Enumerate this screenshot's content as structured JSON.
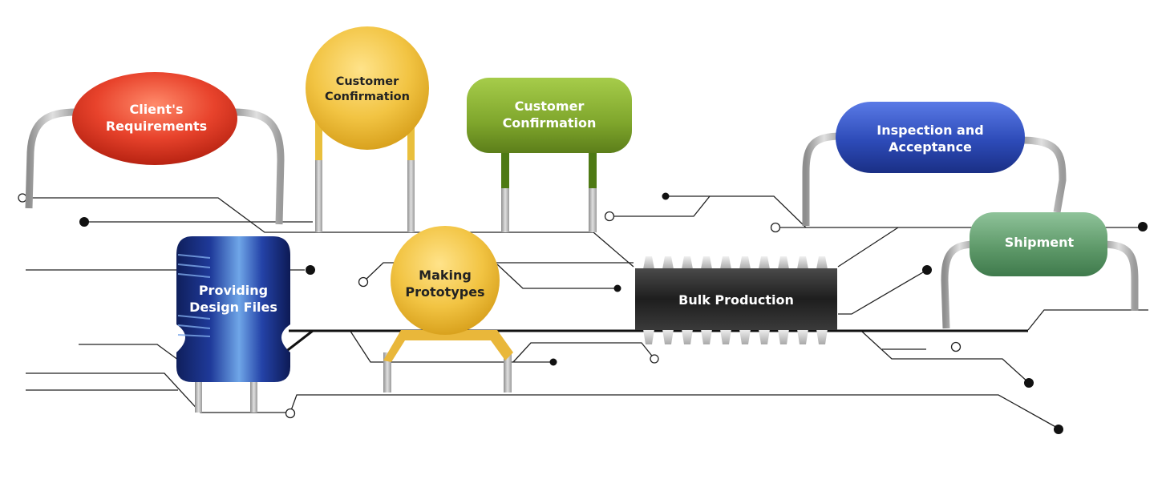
{
  "steps": {
    "clients_requirements": "Client's\nRequirements",
    "customer_confirmation_1": "Customer\nConfirmation",
    "customer_confirmation_2": "Customer\nConfirmation",
    "providing_design_files": "Providing\nDesign Files",
    "making_prototypes": "Making\nPrototypes",
    "bulk_production": "Bulk Production",
    "inspection_and_acceptance": "Inspection and\nAcceptance",
    "shipment": "Shipment"
  },
  "colors": {
    "red": "#e8432c",
    "yellow": "#f2c443",
    "olive_green": "#7fa62c",
    "blue_inductor": "#1f3a9a",
    "chip": "#2a2a2a",
    "blue_resistor": "#2d4bb8",
    "green_resistor": "#5f9a6a",
    "trace": "#222222",
    "lead": "#b8b8b8"
  }
}
